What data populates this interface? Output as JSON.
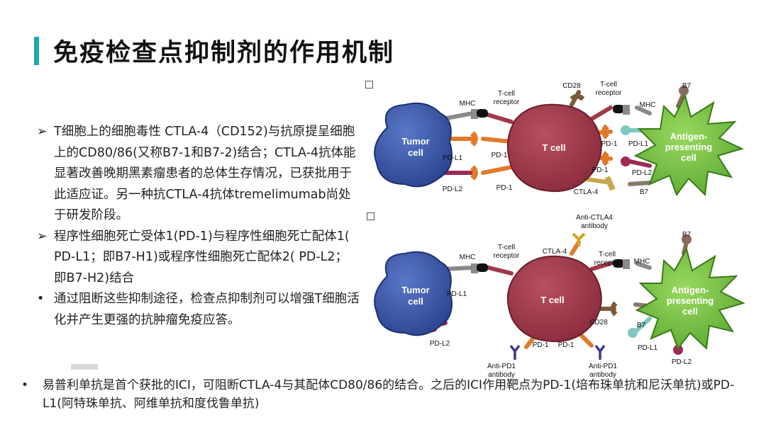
{
  "slide": {
    "title": "免疫检查点抑制剂的作用机制",
    "bullets": [
      {
        "marker": "➢",
        "text": "T细胞上的细胞毒性 CTLA-4（CD152)与抗原提呈细胞上的CD80/86(又称B7-1和B7-2)结合；CTLA-4抗体能显著改善晚期黑素瘤患者的总体生存情况，已获批用于此适应证。另一种抗CTLA-4抗体tremelimumab尚处于研发阶段。"
      },
      {
        "marker": "➢",
        "text": "程序性细胞死亡受体1(PD-1)与程序性细胞死亡配体1( PD-L1；即B7-H1)或程序性细胞死亡配体2( PD-L2；即B7-H2)结合"
      },
      {
        "marker": "•",
        "text": "通过阻断这些抑制途径，检查点抑制剂可以增强T细胞活化并产生更强的抗肿瘤免疫应答。"
      }
    ],
    "footer": {
      "marker": "•",
      "text": "易普利单抗是首个获批的ICI，可阻断CTLA-4与其配体CD80/86的结合。之后的ICI作用靶点为PD-1(培布珠单抗和尼沃单抗)或PD-L1(阿特珠单抗、阿维单抗和度伐鲁单抗)"
    }
  },
  "diagram": {
    "top": {
      "tumor": [
        "Tumor",
        "cell"
      ],
      "tcell": "T cell",
      "apc": [
        "Antigen-",
        "presenting",
        "cell"
      ],
      "labels": {
        "mhc_left": "MHC",
        "tcr_left": [
          "T-cell",
          "receptor"
        ],
        "pdl1_left": "PD-L1",
        "pd1_left1": "PD-1",
        "pdl2_left": "PD-L2",
        "pd1_left2": "PD-1",
        "cd28": "CD28",
        "tcr_right": [
          "T-cell",
          "receptor"
        ],
        "b7_top": "B7",
        "mhc_right": "MHC",
        "pd1_right1": "PD-1",
        "pdl1_right": "PD-L1",
        "pd1_right2": "PD-1",
        "pdl2_right": "PD-L2",
        "ctla4": "CTLA-4",
        "b7_bottom": "B7"
      }
    },
    "bottom": {
      "tumor": [
        "Tumor",
        "cell"
      ],
      "tcell": "T cell",
      "apc": [
        "Antigen-",
        "presenting",
        "cell"
      ],
      "labels": {
        "anti_ctla4": [
          "Anti-CTLA4",
          "antibody"
        ],
        "b7_top": "B7",
        "mhc_left": "MHC",
        "tcr_left": [
          "T-cell",
          "receptor"
        ],
        "ctla4": "CTLA-4",
        "tcr_right": [
          "T-cell",
          "receptor"
        ],
        "mhc_right": "MHC",
        "pdl1_left": "PD-L1",
        "cd28": "CD28",
        "b7": "B7",
        "pdl2_left": "PD-L2",
        "pd1_a": "PD-1",
        "pd1_b": "PD-1",
        "pdl1_right": "PD-L1",
        "pdl2_right": "PD-L2",
        "anti_pd1_left": [
          "Anti-PD1",
          "antibody"
        ],
        "anti_pd1_right": [
          "Anti-PD1",
          "antibody"
        ]
      }
    },
    "colors": {
      "tumor": "#3a56a8",
      "tcell": "#a0394a",
      "apc": "#7ec440",
      "accent": "#1aa6b7",
      "gray_receptor": "#8a8a8a",
      "orange": "#e07a2a",
      "maroon": "#9e2a55",
      "teal": "#7fc8c0",
      "brown": "#7a5a3a",
      "olive": "#c8a84a",
      "antibody": "#3a3a8a",
      "black_mhc": "#111111"
    }
  }
}
